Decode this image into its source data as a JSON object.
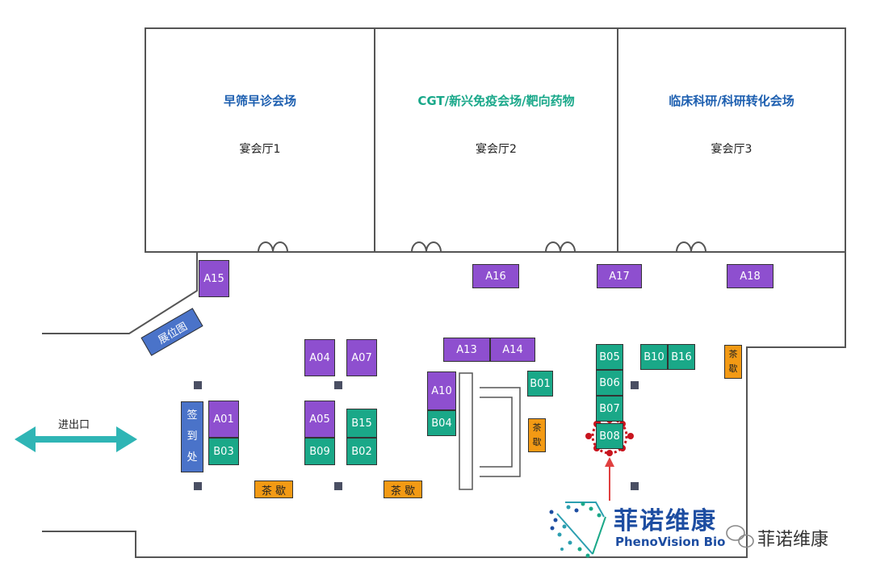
{
  "halls": [
    {
      "name": "早筛早诊会场",
      "room": "宴会厅1",
      "color": "#1d5fb0"
    },
    {
      "name": "CGT/新兴免疫会场/靶向药物",
      "room": "宴会厅2",
      "color": "#1aa88a"
    },
    {
      "name": "临床科研/科研转化会场",
      "room": "宴会厅3",
      "color": "#1d5fb0"
    }
  ],
  "booths": {
    "A15": "A15",
    "A16": "A16",
    "A17": "A17",
    "A18": "A18",
    "A04": "A04",
    "A07": "A07",
    "A01": "A01",
    "A05": "A05",
    "A13": "A13",
    "A14": "A14",
    "A10": "A10",
    "B03": "B03",
    "B09": "B09",
    "B15": "B15",
    "B02": "B02",
    "B04": "B04",
    "B01": "B01",
    "B05": "B05",
    "B06": "B06",
    "B07": "B07",
    "B08": "B08",
    "B10": "B10",
    "B16": "B16"
  },
  "tea": {
    "chars": [
      "茶",
      "歇"
    ],
    "inline": "茶 歇"
  },
  "checkin": [
    "签",
    "到",
    "处"
  ],
  "map_sign": "展位图",
  "exit_label": "进出口",
  "logo": {
    "cn": "菲诺维康",
    "en": "PhenoVision Bio"
  },
  "watermark": "菲诺维康",
  "colors": {
    "booth_a": "#8e4fcf",
    "booth_b": "#1aa888",
    "tea": "#f39a14",
    "checkin": "#4a73c9",
    "highlight": "#c8141e",
    "exit_arrow": "#2fb5b5",
    "logo_text": "#1d4da1"
  }
}
